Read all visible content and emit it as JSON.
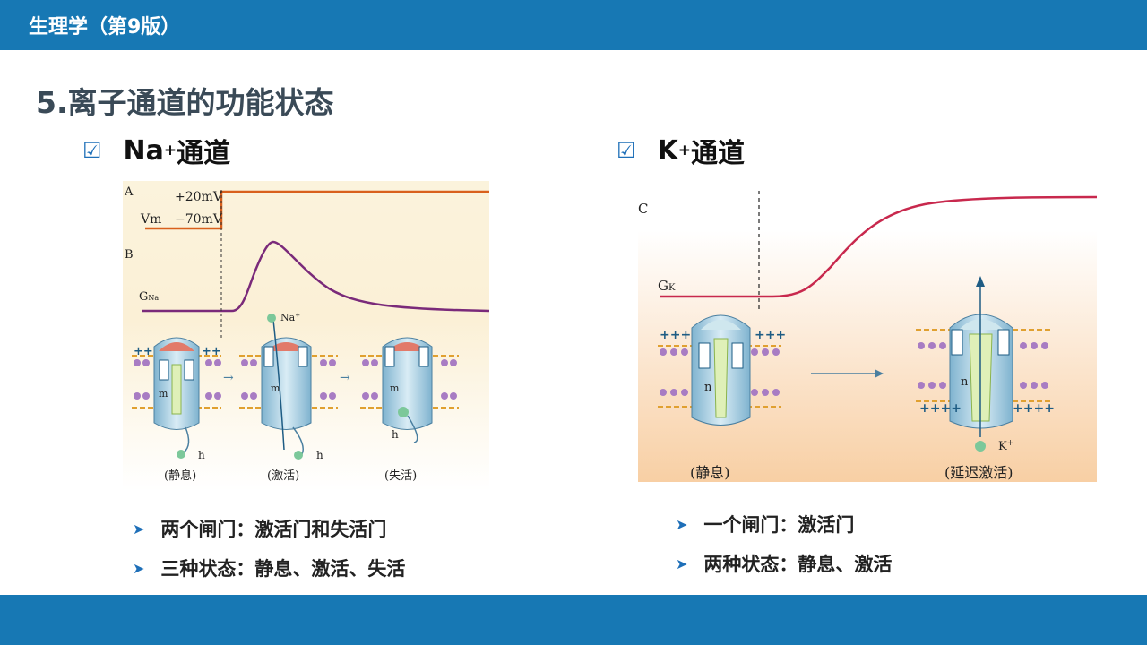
{
  "header": {
    "title": "生理学（第9版）"
  },
  "slide": {
    "title": "5.离子通道的功能状态"
  },
  "na_section": {
    "heading_main": "Na",
    "heading_sup": "+",
    "heading_rest": "通道",
    "figure": {
      "panel_a": "A",
      "panel_b": "B",
      "v_high": "+20mV",
      "v_low": "−70mV",
      "vm_label": "Vm",
      "gna_label": "G",
      "gna_sub": "Na",
      "ion_label": "Na",
      "ion_sup": "+",
      "gate_m": "m",
      "gate_h": "h",
      "states": [
        "(静息)",
        "(激活)",
        "(失活)"
      ]
    },
    "bullets": [
      "两个闸门：激活门和失活门",
      "三种状态：静息、激活、失活"
    ]
  },
  "k_section": {
    "heading_main": "K",
    "heading_sup": "+",
    "heading_rest": "通道",
    "figure": {
      "panel_c": "C",
      "gk_label": "G",
      "gk_sub": "K",
      "gate_n": "n",
      "ion_label": "K",
      "ion_sup": "+",
      "states": [
        "(静息)",
        "(延迟激活)"
      ]
    },
    "bullets": [
      "一个闸门：激活门",
      "两种状态：静息、激活"
    ]
  }
}
